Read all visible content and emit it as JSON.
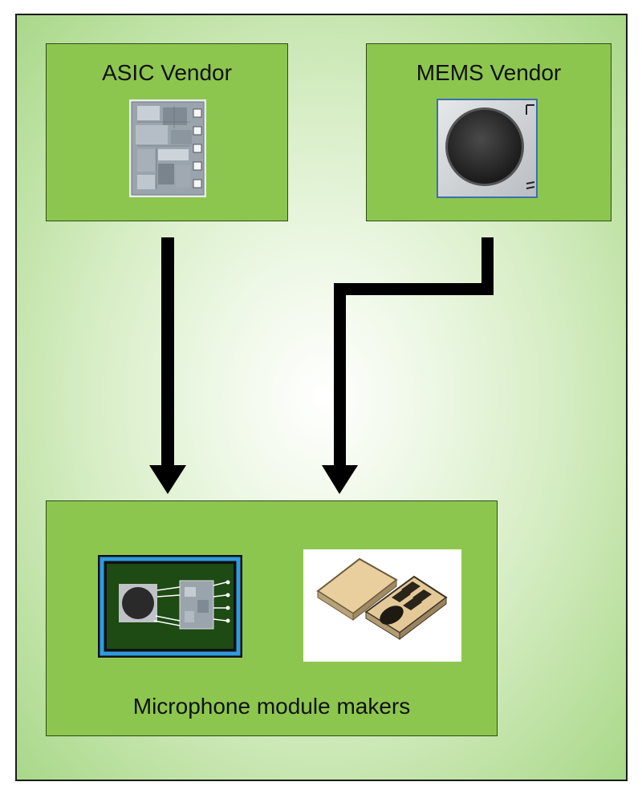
{
  "boxes": {
    "asic": {
      "label": "ASIC Vendor",
      "icon": "asic-chip-icon"
    },
    "mems": {
      "label": "MEMS Vendor",
      "icon": "mems-sensor-icon"
    },
    "module": {
      "label": "Microphone module makers",
      "icons": [
        "microphone-pcb-icon",
        "microphone-package-icon"
      ]
    }
  },
  "colors": {
    "box_fill": "#8dc64f",
    "arrow": "#000000",
    "pcb_border": "#2f9be0",
    "pcb_fill": "#1e4a14"
  }
}
